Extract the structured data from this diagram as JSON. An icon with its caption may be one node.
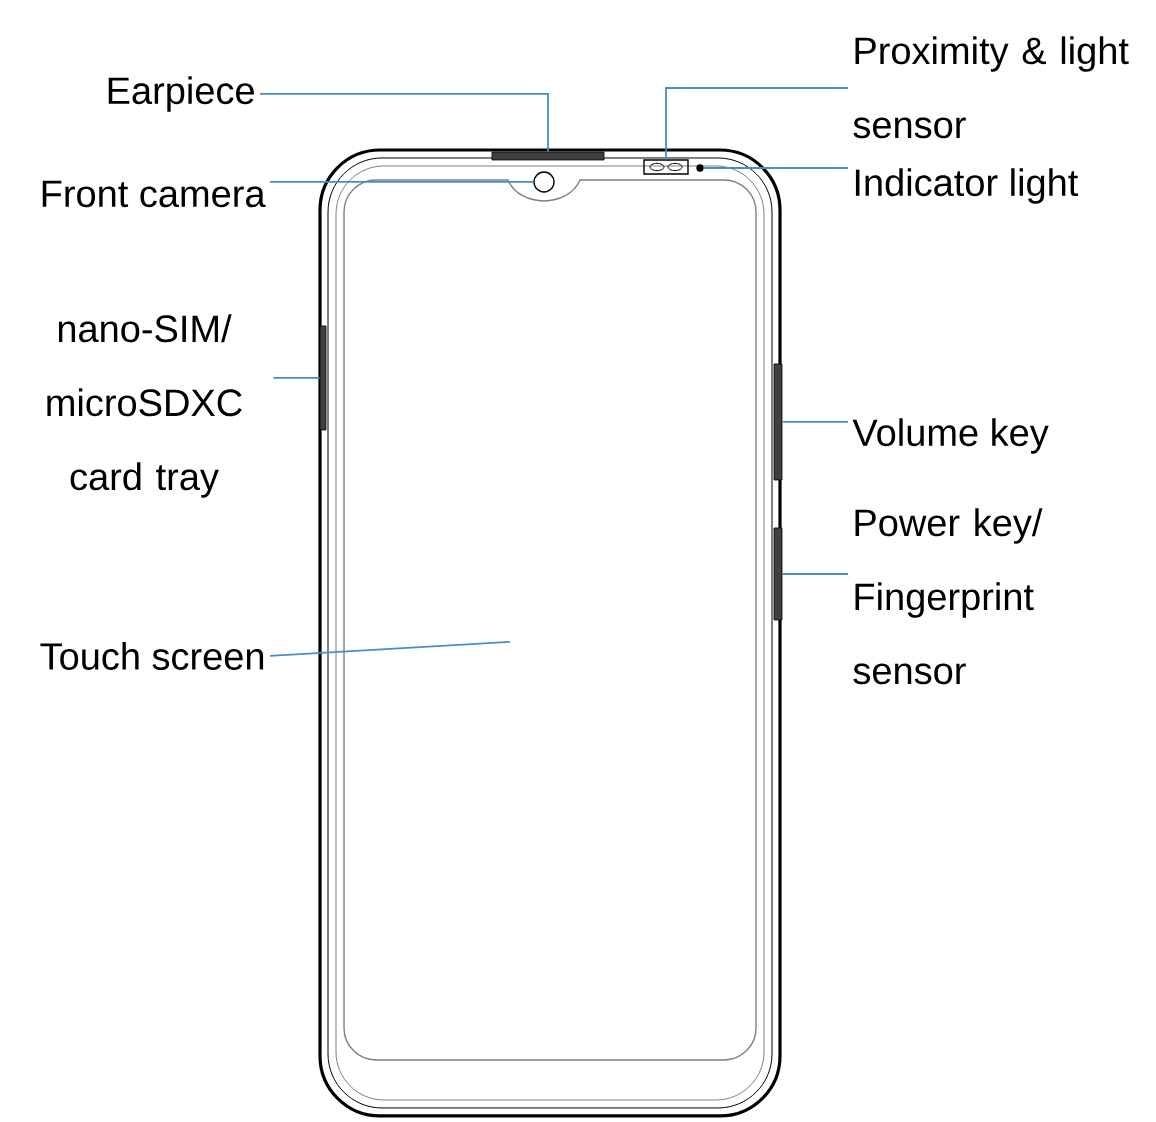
{
  "diagram": {
    "nodes": [
      {
        "text": [
          "Earpiece"
        ]
      },
      {
        "text": [
          "Proximity & light sensor"
        ]
      },
      {
        "text": [],
        "shape": "bar"
      },
      {
        "text": [],
        "shape": "box"
      },
      {
        "text": [
          "Front camera"
        ]
      },
      {
        "text": [],
        "shape": "circle"
      },
      {
        "text": [],
        "shape": "circle"
      },
      {
        "text": [
          "Indicator light"
        ]
      },
      {
        "text": [
          "nano-SIM/ microSDXC card tray"
        ]
      },
      {
        "text": [],
        "shape": "bar"
      },
      {
        "text": [],
        "shape": "bar"
      },
      {
        "text": [
          "Volume key"
        ]
      },
      {
        "text": [
          "Power key/ Fingerprint sensor"
        ]
      },
      {
        "text": [],
        "shape": "bar"
      },
      {
        "text": [
          "Touch screen"
        ]
      }
    ],
    "edges": [
      {
        "from": 0,
        "to": 2,
        "arrow": "none"
      },
      {
        "from": 1,
        "to": 3,
        "arrow": "none"
      },
      {
        "from": 4,
        "to": 5,
        "arrow": "none"
      },
      {
        "from": 7,
        "to": 6,
        "arrow": "none"
      },
      {
        "from": 8,
        "to": 9,
        "arrow": "none"
      },
      {
        "from": 11,
        "to": 10,
        "arrow": "none"
      },
      {
        "from": 12,
        "to": 13,
        "arrow": "none"
      },
      {
        "from": 14,
        "to": null,
        "arrow": "none"
      }
    ]
  }
}
